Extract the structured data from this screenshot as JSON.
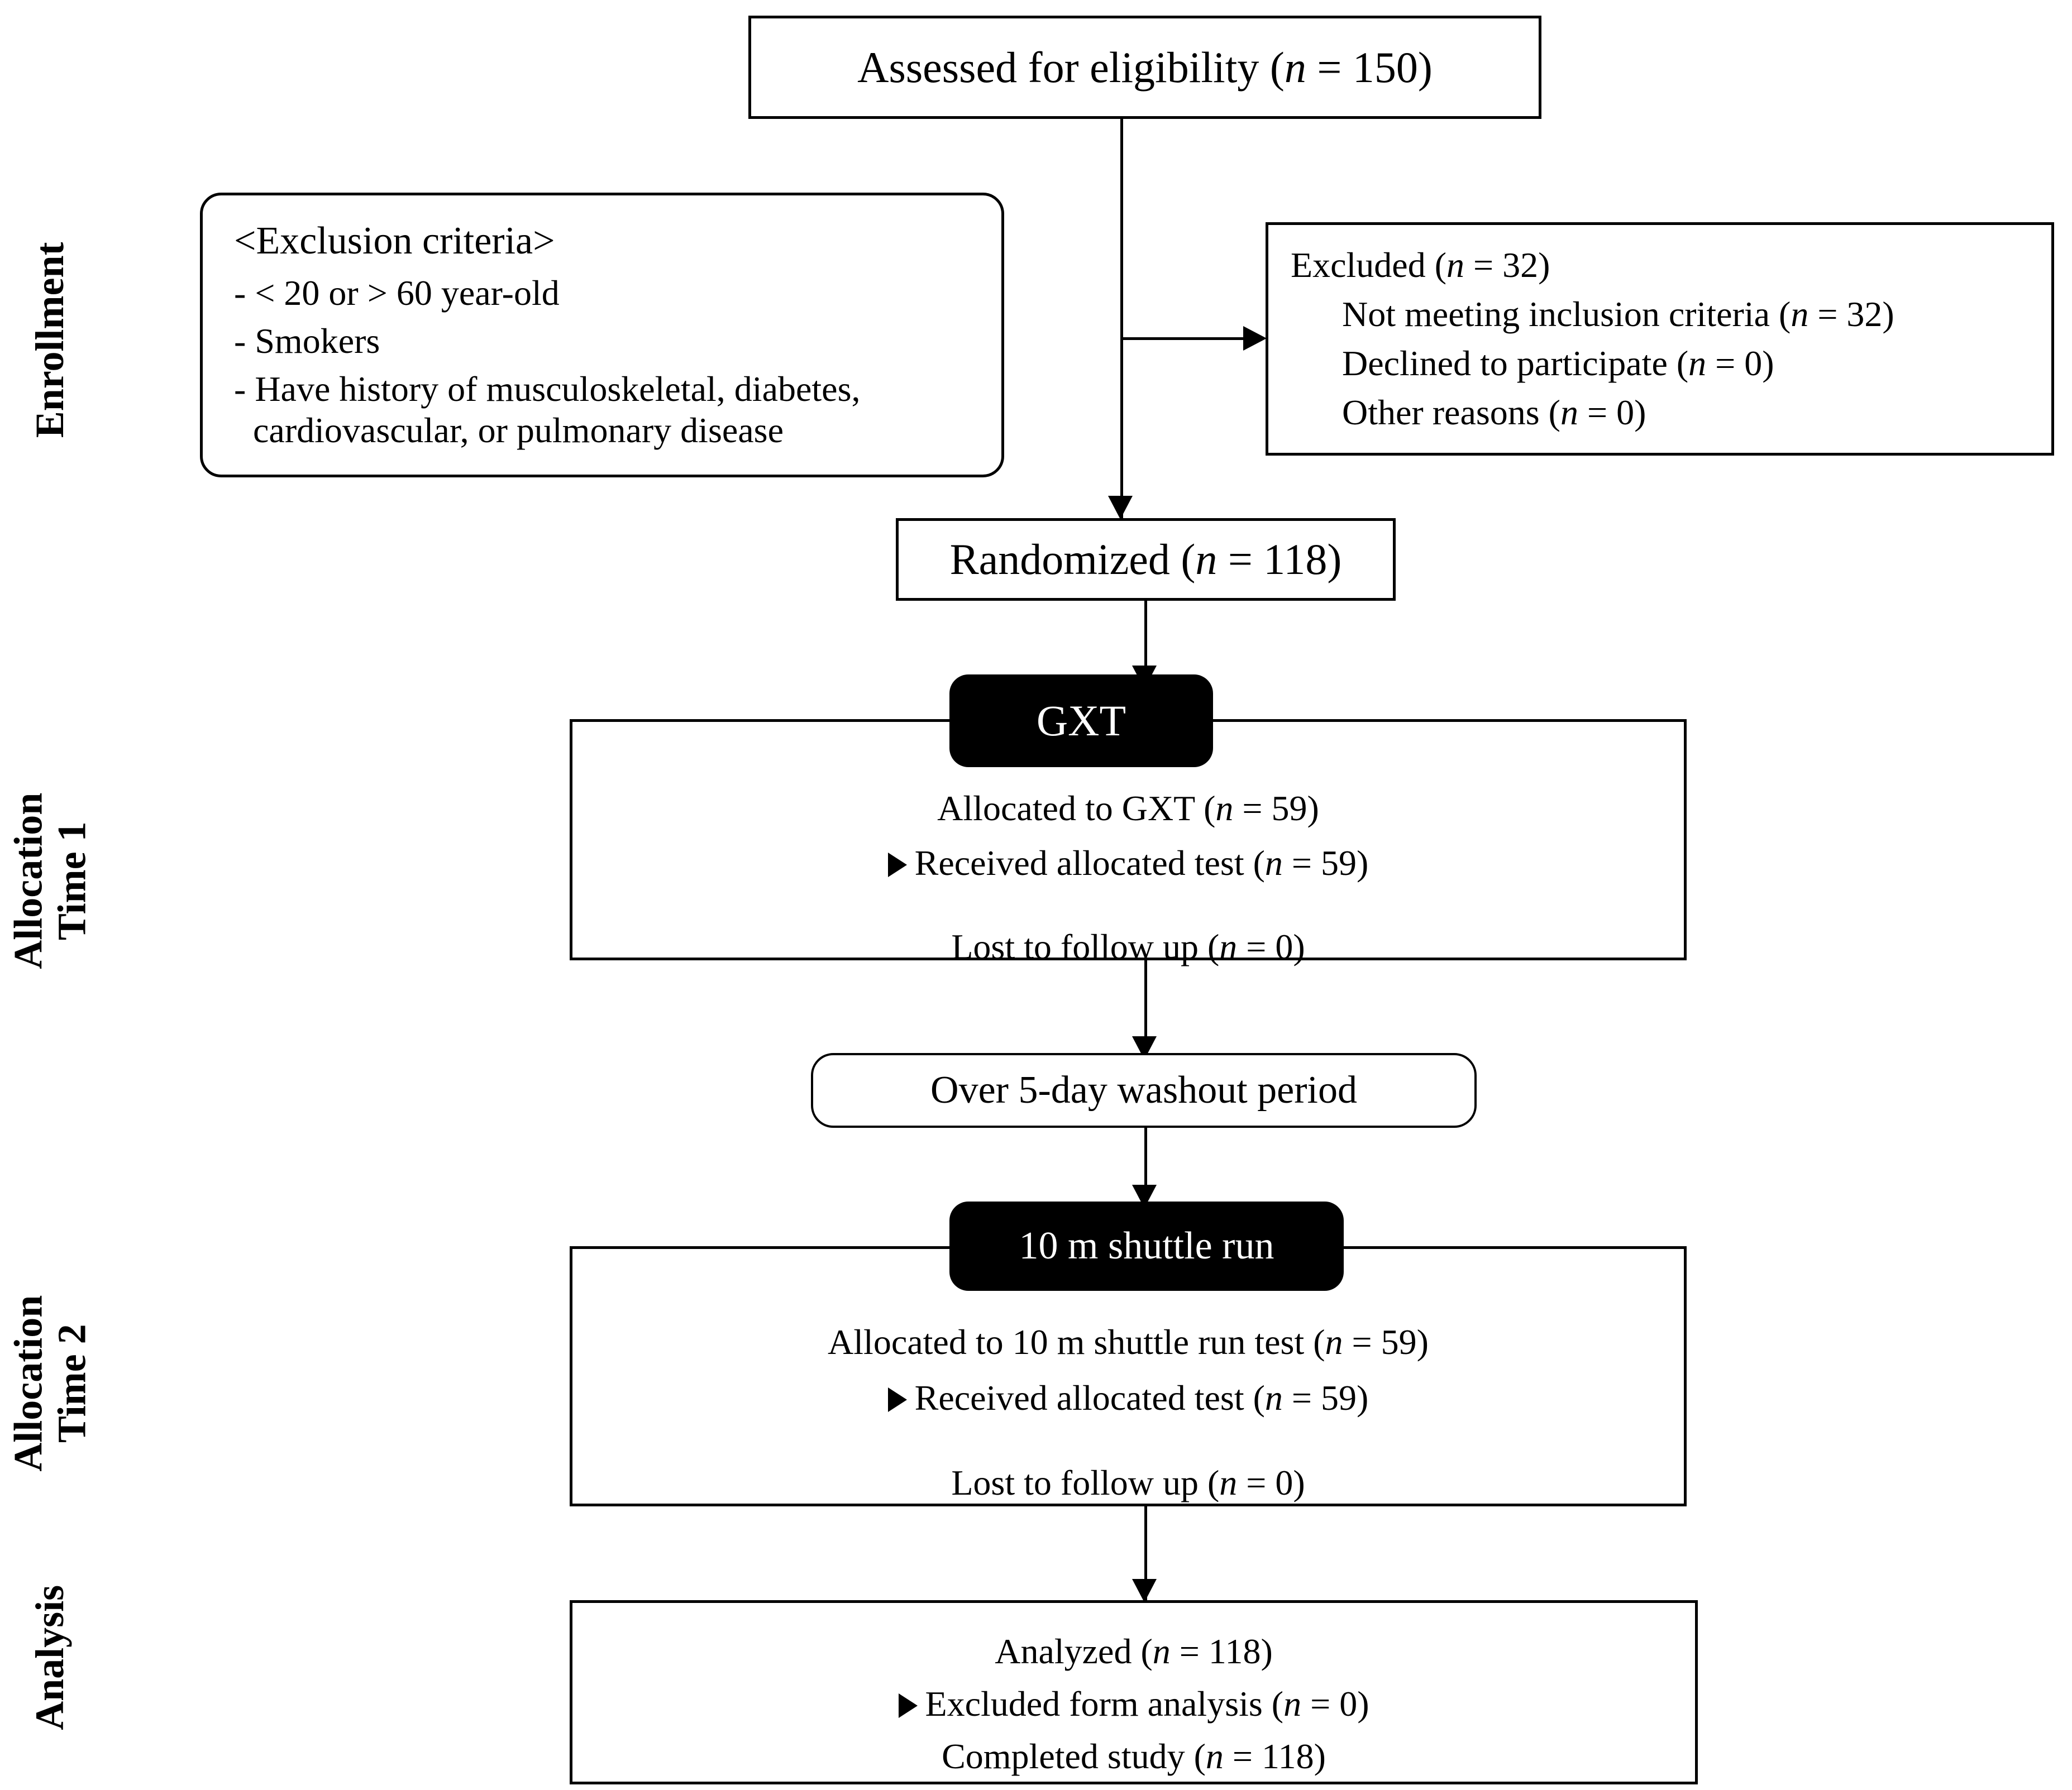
{
  "stages": [
    {
      "id": "enrollment",
      "lines": [
        "Enrollment"
      ]
    },
    {
      "id": "allocation-time-1",
      "lines": [
        "Allocation",
        "Time 1"
      ]
    },
    {
      "id": "allocation-time-2",
      "lines": [
        "Allocation",
        "Time 2"
      ]
    },
    {
      "id": "analysis",
      "lines": [
        "Analysis"
      ]
    }
  ],
  "assessed": {
    "text": "Assessed for eligibility (n = 150)"
  },
  "exclusion_criteria": {
    "title": "<Exclusion criteria>",
    "items": [
      "- < 20 or > 60 year-old",
      "- Smokers",
      "- Have history of musculoskeletal, diabetes,",
      "  cardiovascular, or pulmonary disease"
    ]
  },
  "excluded": {
    "heading": "Excluded (n = 32)",
    "reasons": [
      "Not meeting inclusion criteria (n = 32)",
      "Declined to participate (n = 0)",
      "Other reasons (n = 0)"
    ]
  },
  "randomized": {
    "text": "Randomized (n = 118)"
  },
  "time1": {
    "badge": "GXT",
    "allocated": "Allocated to GXT (n = 59)",
    "received": "Received allocated test (n = 59)",
    "lost": "Lost to follow up (n = 0)"
  },
  "washout": {
    "text": "Over 5-day washout period"
  },
  "time2": {
    "badge": "10 m shuttle run",
    "allocated": "Allocated to 10 m shuttle run test (n = 59)",
    "received": "Received allocated test (n = 59)",
    "lost": "Lost to follow up (n = 0)"
  },
  "analysis": {
    "analyzed": "Analyzed (n = 118)",
    "excluded_from_analysis": "Excluded form analysis (n = 0)",
    "completed": "Completed study (n = 118)"
  },
  "colors": {
    "stroke": "#000000",
    "background": "#ffffff",
    "badge_background": "#000000",
    "badge_text": "#ffffff"
  }
}
